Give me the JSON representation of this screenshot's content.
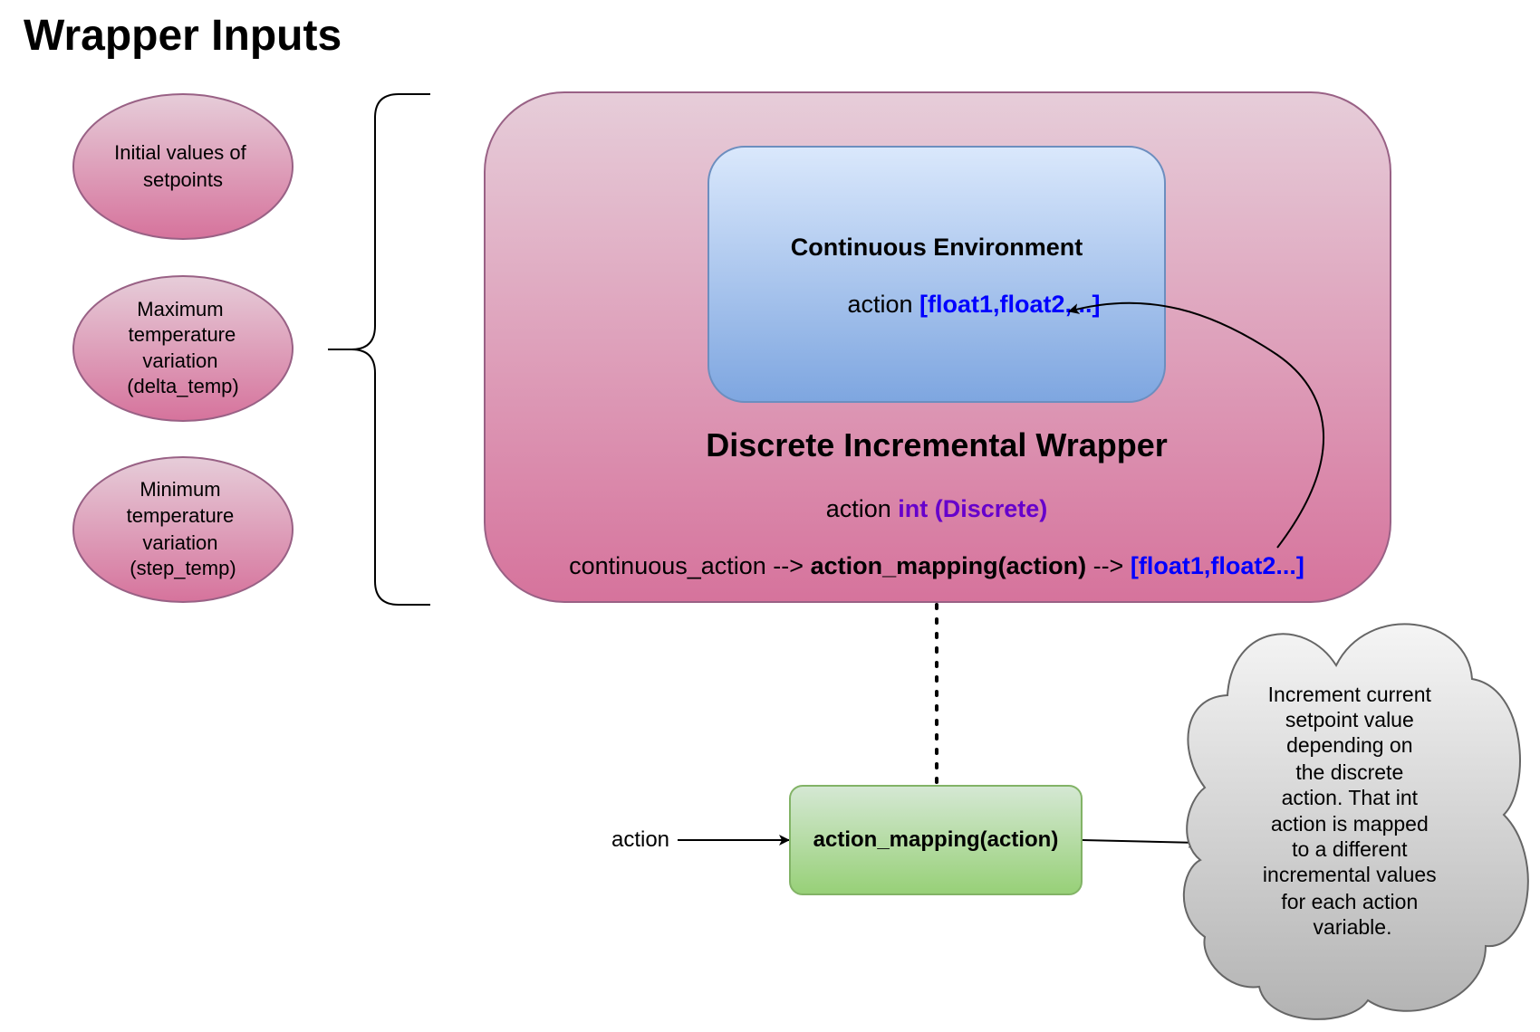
{
  "title": "Wrapper Inputs",
  "inputs": [
    {
      "lines": [
        "Initial values of",
        "setpoints"
      ]
    },
    {
      "lines": [
        "Maximum",
        "temperature",
        "variation",
        "(delta_temp)"
      ]
    },
    {
      "lines": [
        "Minimum",
        "temperature",
        "variation",
        "(step_temp)"
      ]
    }
  ],
  "wrapper": {
    "title": "Discrete Incremental Wrapper",
    "action_label": "action ",
    "action_type": "int (Discrete)",
    "mapping_prefix": "continuous_action --> ",
    "mapping_function": "action_mapping(action)",
    "mapping_arrow": " --> ",
    "mapping_result": "[float1,float2...]"
  },
  "environment": {
    "title": "Continuous Environment",
    "action_label": "action ",
    "action_value": "[float1,float2,...]"
  },
  "mapping_node": {
    "label": "action_mapping(action)",
    "input_label": "action"
  },
  "cloud": {
    "lines": [
      "Increment current",
      "setpoint value",
      "depending on",
      "the discrete",
      "action. That int",
      "action is mapped",
      "to a different",
      "incremental values",
      "for each action",
      "variable."
    ]
  },
  "colors": {
    "pink_top": "#e6cdd9",
    "pink_bottom": "#d6739c",
    "pink_stroke": "#996185",
    "blue_top": "#dae8fc",
    "blue_bottom": "#7ea6e0",
    "blue_stroke": "#6c8ebf",
    "green_top": "#d5e8d4",
    "green_bottom": "#97d077",
    "green_stroke": "#82b366",
    "gray_top": "#f5f5f5",
    "gray_bottom": "#b3b3b3",
    "gray_stroke": "#666666",
    "highlight_blue": "#0000ff",
    "highlight_purple": "#6600cc"
  }
}
